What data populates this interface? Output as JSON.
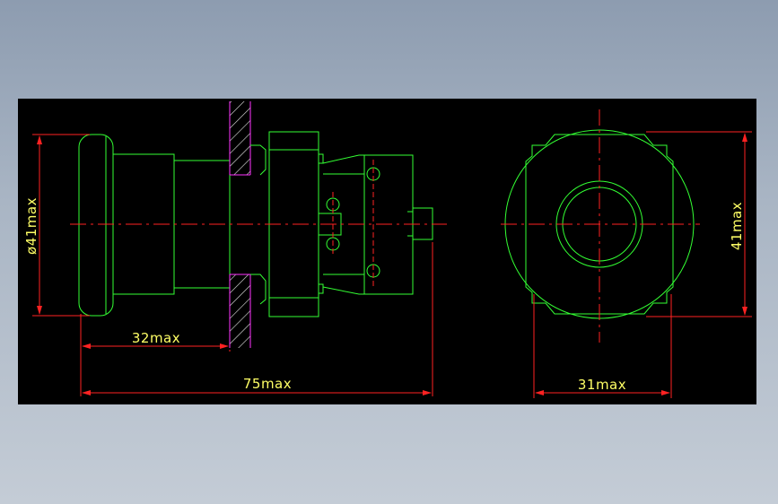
{
  "colors": {
    "background": "#000000",
    "outline": "#33ff33",
    "centerline": "#ff2222",
    "dimension": "#ff2222",
    "dimension_text": "#ffff66",
    "hatch": "#ff33ff"
  },
  "dimensions": {
    "diameter_label": "ø41max",
    "left_length_label": "32max",
    "total_length_label": "75max",
    "right_width_label": "31max",
    "right_height_label": "41max"
  }
}
